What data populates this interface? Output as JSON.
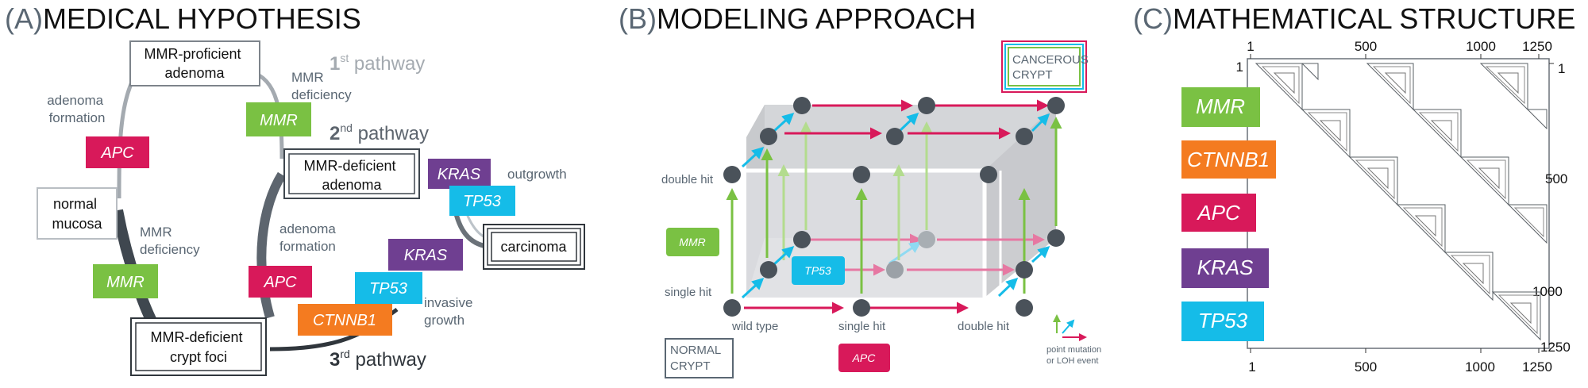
{
  "colors": {
    "mmr": "#7ac143",
    "apc": "#d8195a",
    "kras": "#6f3f91",
    "tp53": "#15bce8",
    "ctnnb1": "#f47b20",
    "dark": "#4d5560",
    "gray": "#8e959c",
    "text": "#4d5560"
  },
  "panel_a": {
    "letter": "(A)",
    "title": "MEDICAL HYPOTHESIS",
    "boxes": {
      "mmr_proficient": [
        "MMR-proficient",
        "adenoma"
      ],
      "normal_mucosa": [
        "normal",
        "mucosa"
      ],
      "mmr_deficient_adenoma": [
        "MMR-deficient",
        "adenoma"
      ],
      "carcinoma": "carcinoma",
      "crypt_foci": [
        "MMR-deficient",
        "crypt foci"
      ]
    },
    "pathways": {
      "p1_num": "1",
      "p1_sup": "st",
      "p1_word": " pathway",
      "p2_num": "2",
      "p2_sup": "nd",
      "p2_word": " pathway",
      "p3_num": "3",
      "p3_sup": "rd",
      "p3_word": " pathway"
    },
    "labels": {
      "adenoma_formation_1": [
        "adenoma",
        "formation"
      ],
      "mmr_deficiency_1": [
        "MMR",
        "deficiency"
      ],
      "mmr_deficiency_2": [
        "MMR",
        "deficiency"
      ],
      "adenoma_formation_2": [
        "adenoma",
        "formation"
      ],
      "outgrowth": "outgrowth",
      "invasive_growth": [
        "invasive",
        "growth"
      ]
    },
    "genes": {
      "apc_1": "APC",
      "mmr_1": "MMR",
      "mmr_2": "MMR",
      "apc_2": "APC",
      "kras_1": "KRAS",
      "tp53_1": "TP53",
      "kras_2": "KRAS",
      "tp53_2": "TP53",
      "ctnnb1": "CTNNB1"
    }
  },
  "panel_b": {
    "letter": "(B)",
    "title": "MODELING APPROACH",
    "cancerous_crypt": [
      "CANCEROUS",
      "CRYPT"
    ],
    "normal_crypt": [
      "NORMAL",
      "CRYPT"
    ],
    "x_labels": [
      "wild type",
      "single hit",
      "double hit"
    ],
    "y_labels": [
      "single hit",
      "double hit"
    ],
    "genes": {
      "mmr": "MMR",
      "tp53": "TP53",
      "apc": "APC"
    },
    "legend": [
      "point mutation",
      "or LOH event"
    ]
  },
  "panel_c": {
    "letter": "(C)",
    "title": "MATHEMATICAL STRUCTURE",
    "top_ticks": [
      "1",
      "500",
      "1000",
      "1250"
    ],
    "bottom_ticks": [
      "1",
      "500",
      "1000",
      "1250"
    ],
    "right_ticks": [
      "1",
      "500",
      "1000",
      "1250"
    ],
    "left_tick": "1",
    "genes": [
      "MMR",
      "CTNNB1",
      "APC",
      "KRAS",
      "TP53"
    ]
  }
}
